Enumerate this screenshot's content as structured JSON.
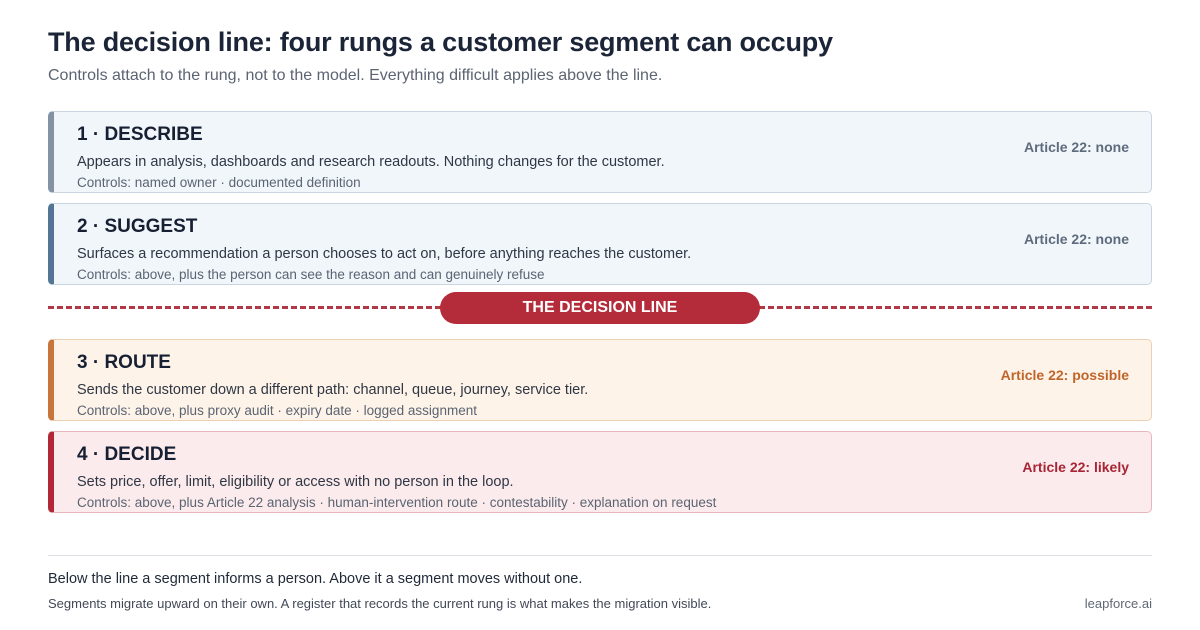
{
  "header": {
    "title": "The decision line: four rungs a customer segment can occupy",
    "subtitle": "Controls attach to the rung, not to the model. Everything difficult applies above the line."
  },
  "rungs": [
    {
      "title": "1 · DESCRIBE",
      "description": "Appears in analysis, dashboards and research readouts. Nothing changes for the customer.",
      "controls": "Controls: named owner · documented definition",
      "article": "Article 22: none",
      "accent_color": "#8592a3"
    },
    {
      "title": "2 · SUGGEST",
      "description": "Surfaces a recommendation a person chooses to act on, before anything reaches the customer.",
      "controls": "Controls: above, plus the person can see the reason and can genuinely refuse",
      "article": "Article 22: none",
      "accent_color": "#557597"
    },
    {
      "title": "3 · ROUTE",
      "description": "Sends the customer down a different path: channel, queue, journey, service tier.",
      "controls": "Controls: above, plus proxy audit · expiry date · logged assignment",
      "article": "Article 22: possible",
      "accent_color": "#c8763c"
    },
    {
      "title": "4 · DECIDE",
      "description": "Sets price, offer, limit, eligibility or access with no person in the loop.",
      "controls": "Controls: above, plus Article 22 analysis · human-intervention route · contestability · explanation on request",
      "article": "Article 22: likely",
      "accent_color": "#b32838"
    }
  ],
  "decision_line": {
    "label": "THE DECISION LINE",
    "color": "#b42b39"
  },
  "footer": {
    "line1": "Below the line a segment informs a person. Above it a segment moves without one.",
    "line2": "Segments migrate upward on their own. A register that records the current rung is what makes the migration visible.",
    "brand": "leapforce.ai"
  }
}
